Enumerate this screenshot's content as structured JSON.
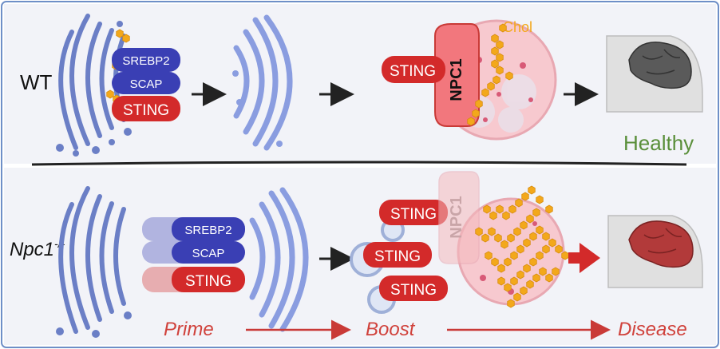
{
  "panels": {
    "wt": {
      "genotype": "WT",
      "proteins": {
        "srebp2": "SREBP2",
        "scap": "SCAP",
        "sting": "STING",
        "sting_lyso": "STING",
        "npc1": "NPC1"
      },
      "chol": "Chol",
      "outcome": "Healthy"
    },
    "npc1": {
      "genotype_base": "Npc1",
      "genotype_sup": "-/-",
      "proteins": {
        "srebp2": "SREBP2",
        "scap": "SCAP",
        "sting": "STING",
        "npc1": "NPC1"
      },
      "sting_boost": [
        "STING",
        "STING",
        "STING"
      ]
    },
    "stages": {
      "prime": "Prime",
      "boost": "Boost",
      "disease": "Disease"
    }
  },
  "colors": {
    "border": "#6e8fc7",
    "panel_bg": "#f2f3f8",
    "er": "#6b7fc6",
    "golgi": "#8a9de0",
    "sting": "#d32a2a",
    "scap": "#3a3fb4",
    "lysosome": "#f7c9cf",
    "chol": "#f3a81b",
    "brain_healthy": "#5a5a5a",
    "brain_disease": "#b23a3a",
    "healthy_text": "#5a8f3a",
    "stage_text": "#d0413b"
  },
  "icons": [
    "er-icon",
    "golgi-icon",
    "lysosome-icon",
    "cholesterol-icon",
    "brain-icon",
    "arrow-icon"
  ]
}
